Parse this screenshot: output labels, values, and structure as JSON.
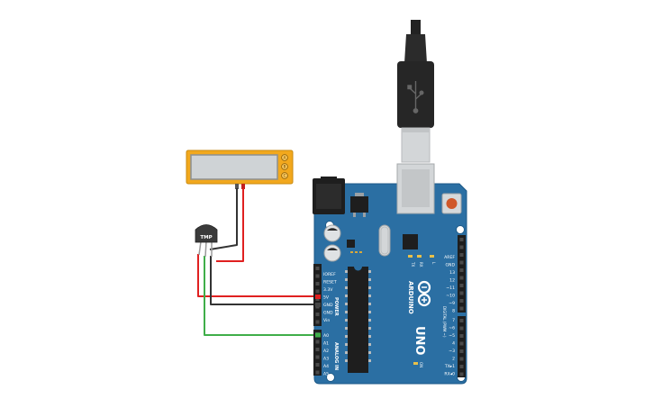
{
  "sensor": {
    "label": "TMP"
  },
  "lcd": {
    "buttons": [
      "A",
      "B",
      "C"
    ]
  },
  "board": {
    "brand": "ARDUINO",
    "model": "UNO",
    "on_label": "ON",
    "tx_label": "TX",
    "rx_label": "RX",
    "l_label": "L",
    "power_label": "POWER",
    "analog_label": "ANALOG IN",
    "digital_label": "DIGITAL (PWM ~)",
    "power_pins": [
      "IOREF",
      "RESET",
      "3.3V",
      "5V",
      "GND",
      "GND",
      "Vin"
    ],
    "analog_pins": [
      "A0",
      "A1",
      "A2",
      "A3",
      "A4",
      "A5"
    ],
    "digital_top": [
      "AREF",
      "GND",
      "13",
      "12",
      "~11",
      "~10",
      "~9",
      "8"
    ],
    "digital_bottom": [
      "7",
      "~6",
      "~5",
      "4",
      "~3",
      "2",
      "TX▸1",
      "RX◂0"
    ]
  },
  "colors": {
    "board": "#2b6fa3",
    "board_edge": "#1e5a88",
    "header": "#1e1e1e",
    "lcd_frame": "#f2a81d",
    "lcd_screen": "#cfd3d6",
    "wire_red": "#e02020",
    "wire_black": "#333333",
    "wire_green": "#3fae49",
    "usb_cable": "#222222",
    "usb_metal": "#d3d6d8",
    "reset_button": "#d0582a"
  }
}
